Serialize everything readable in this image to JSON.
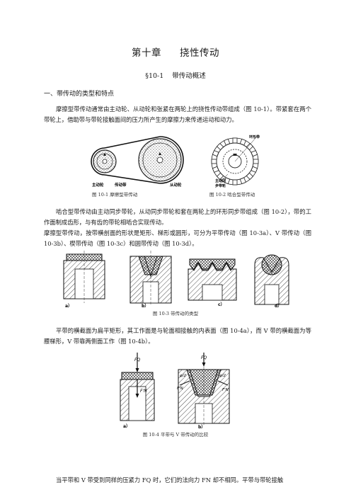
{
  "chapter_title": {
    "number": "第十章",
    "name": "挠性传动"
  },
  "section_title": {
    "number": "§10-1",
    "name": "带传动概述"
  },
  "heading_1": "一、带传动的类型和特点",
  "para_1": "摩擦型带传动通常由主动轮、从动轮和张紧在两轮上的挠性传动带组成（图 10-1）。带紧套在两个带轮上，借助带与带轮接触面间的压力所产生的摩擦力来传递运动和动力。",
  "fig_1": {
    "caption": "图 10-1 摩擦型带传动",
    "labels": {
      "driver": "主动轮",
      "belt": "传动带",
      "driven": "从动轮"
    }
  },
  "fig_2": {
    "caption": "图 10-2 啮合型带传动",
    "labels": {
      "ring": "环形带",
      "driver_top": "主动同",
      "driver_bottom": "步带轮"
    }
  },
  "para_2": "啮合型带传动由主动同步带轮，从动同步带轮和套在两轮上的环形同步带组成（图 10-2），带的工作面制成齿形，与有齿的带轮相啮合实现传动。",
  "para_3": "摩擦型带传动，按带横剖面的形状是矩形、梯形或圆形，可分为平带传动（图 10-3a）、V 带传动（图 10-3b）、楔带传动（图 10-3c）和圆带传动（图 10-3d）。",
  "fig_3": {
    "caption": "图 10-3 带传动的类型",
    "labels": {
      "a": "a）",
      "b": "b）",
      "c": "c）",
      "d": "d）"
    }
  },
  "para_4": "平带的横截面为扁平矩形，其工作面是与轮面相接触的内表面（图 10-4a），而 V 带的横截面为等腰梯形，V 带靠两侧面工作（图 10-4b）。",
  "fig_4": {
    "caption": "图 10-4 平带与 V 带传动的比较",
    "labels": {
      "fq_a": "FQ",
      "fn_a": "F'N",
      "a": "a）",
      "fq_b": "FQ",
      "phi_left": "φ/2",
      "phi_right": "φ/2",
      "fn_left": "F'N",
      "fn_right": "F'N",
      "b": "b）"
    }
  },
  "para_5": "当平带和 V 带受到同样的压紧力 FQ 时，它们的法向力 FN 却不相同。平带与带轮接触"
}
